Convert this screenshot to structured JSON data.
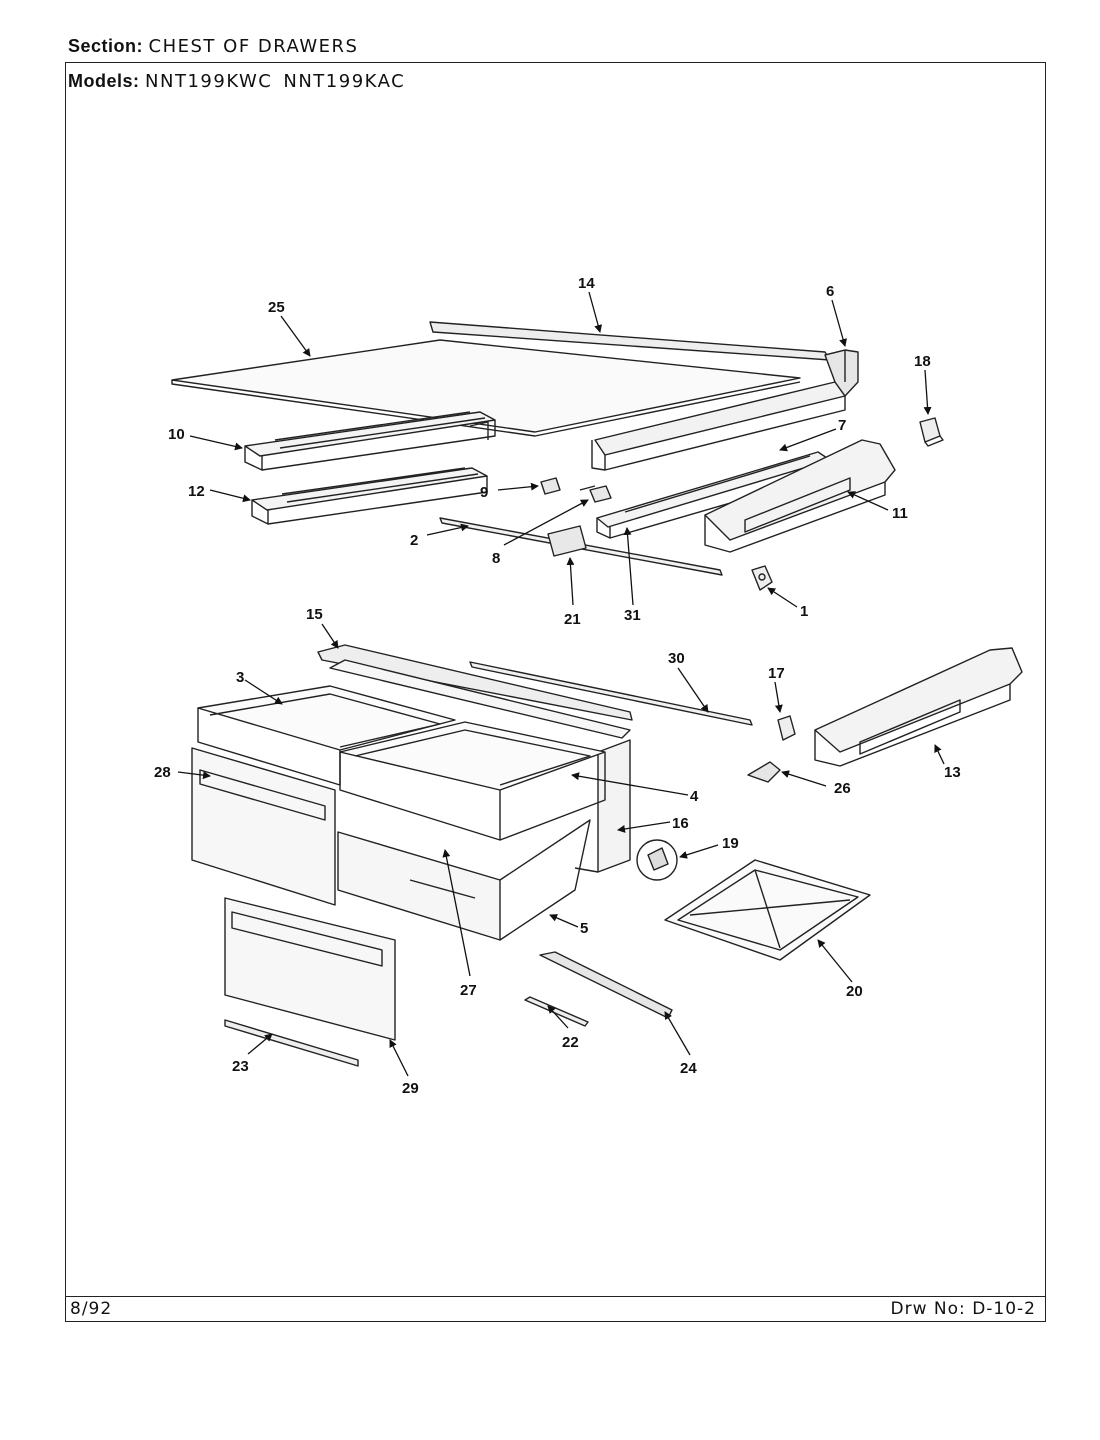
{
  "header": {
    "section_label": "Section:",
    "section_value": "CHEST OF DRAWERS",
    "models_label": "Models:",
    "models": [
      "NNT199KWC",
      "NNT199KAC"
    ]
  },
  "footer": {
    "date": "8/92",
    "drawing_label": "Drw No:",
    "drawing_number": "D-10-2"
  },
  "callouts": [
    "1",
    "2",
    "3",
    "4",
    "5",
    "6",
    "7",
    "8",
    "9",
    "10",
    "11",
    "12",
    "13",
    "14",
    "15",
    "16",
    "17",
    "18",
    "19",
    "20",
    "21",
    "22",
    "23",
    "24",
    "25",
    "26",
    "27",
    "28",
    "29",
    "30",
    "31"
  ]
}
